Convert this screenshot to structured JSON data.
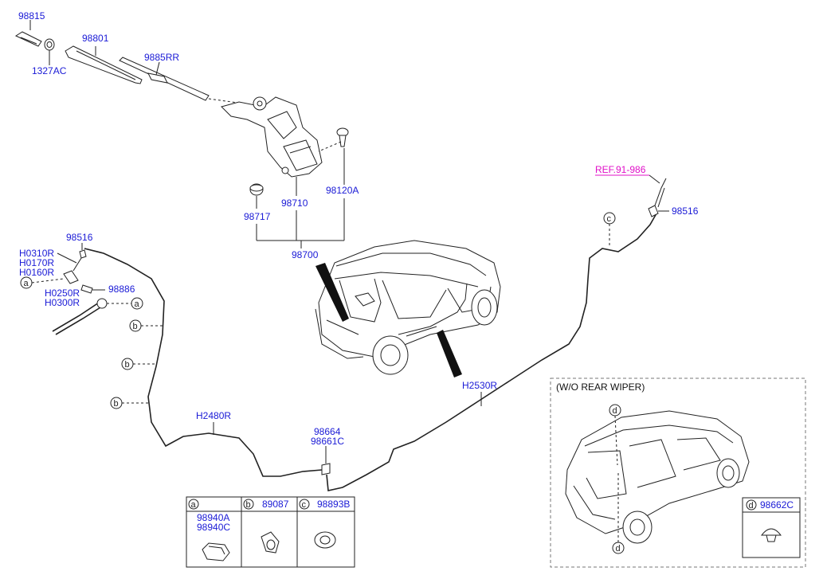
{
  "labels": {
    "p98815": "98815",
    "p98801": "98801",
    "p1327AC": "1327AC",
    "p9885RR": "9885RR",
    "p98717": "98717",
    "p98710": "98710",
    "p98120A": "98120A",
    "p98700": "98700",
    "p98516_left": "98516",
    "pH0310R": "H0310R",
    "pH0170R": "H0170R",
    "pH0160R": "H0160R",
    "p98886": "98886",
    "pH0250R": "H0250R",
    "pH0300R": "H0300R",
    "pH2480R": "H2480R",
    "p98664": "98664",
    "p98661C": "98661C",
    "pH2530R": "H2530R",
    "ref": "REF.91-986",
    "p98516_right": "98516",
    "wo_title": "(W/O REAR WIPER)"
  },
  "callouts": {
    "a": "a",
    "b": "b",
    "c": "c",
    "d": "d"
  },
  "legend": {
    "a": {
      "letter": "a",
      "part1": "98940A",
      "part2": "98940C"
    },
    "b": {
      "letter": "b",
      "part": "89087"
    },
    "c": {
      "letter": "c",
      "part": "98893B"
    },
    "d": {
      "letter": "d",
      "part": "98662C"
    }
  },
  "colors": {
    "part_label": "#1a1ad6",
    "reference_link": "#e010c8",
    "line": "#222222"
  }
}
